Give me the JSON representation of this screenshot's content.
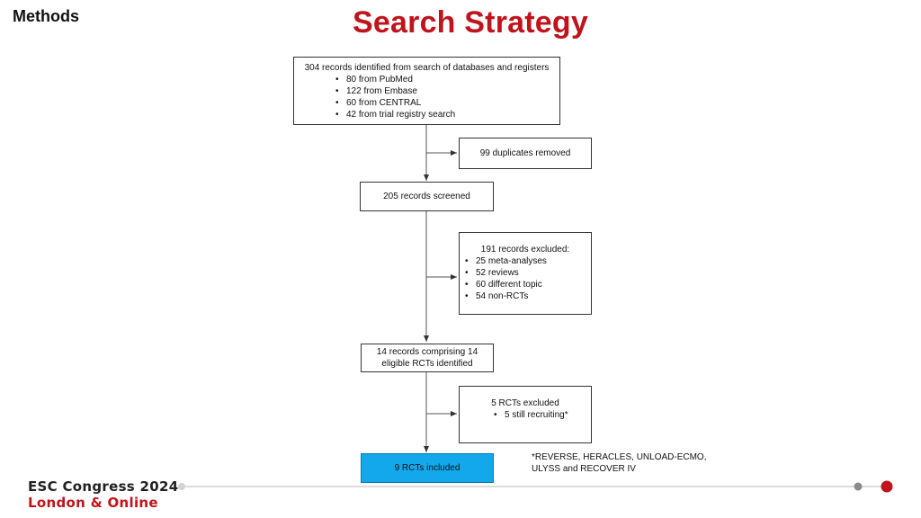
{
  "header": {
    "section": "Methods",
    "title": "Search Strategy"
  },
  "flow": {
    "identified": {
      "heading": "304 records identified from search of databases and registers",
      "items": [
        "80 from PubMed",
        "122 from Embase",
        "60 from CENTRAL",
        "42 from trial registry search"
      ]
    },
    "duplicates": {
      "text": "99 duplicates removed"
    },
    "screened": {
      "text": "205 records screened"
    },
    "excluded_records": {
      "heading": "191 records excluded:",
      "items": [
        "25 meta-analyses",
        "52 reviews",
        "60 different topic",
        "54 non-RCTs"
      ]
    },
    "eligible": {
      "line1": "14 records comprising 14",
      "line2": "eligible RCTs identified"
    },
    "excluded_rcts": {
      "heading": "5 RCTs excluded",
      "items": [
        "5 still recruiting*"
      ]
    },
    "included": {
      "text": "9 RCTs included"
    }
  },
  "footnote": {
    "line1": "*REVERSE, HERACLES, UNLOAD-ECMO,",
    "line2": "ULYSS and RECOVER IV"
  },
  "footer": {
    "brand_line1": "ESC Congress 2024",
    "brand_line2": "London & Online"
  },
  "colors": {
    "accent_red": "#c0141c",
    "included_box": "#13a8ec"
  }
}
